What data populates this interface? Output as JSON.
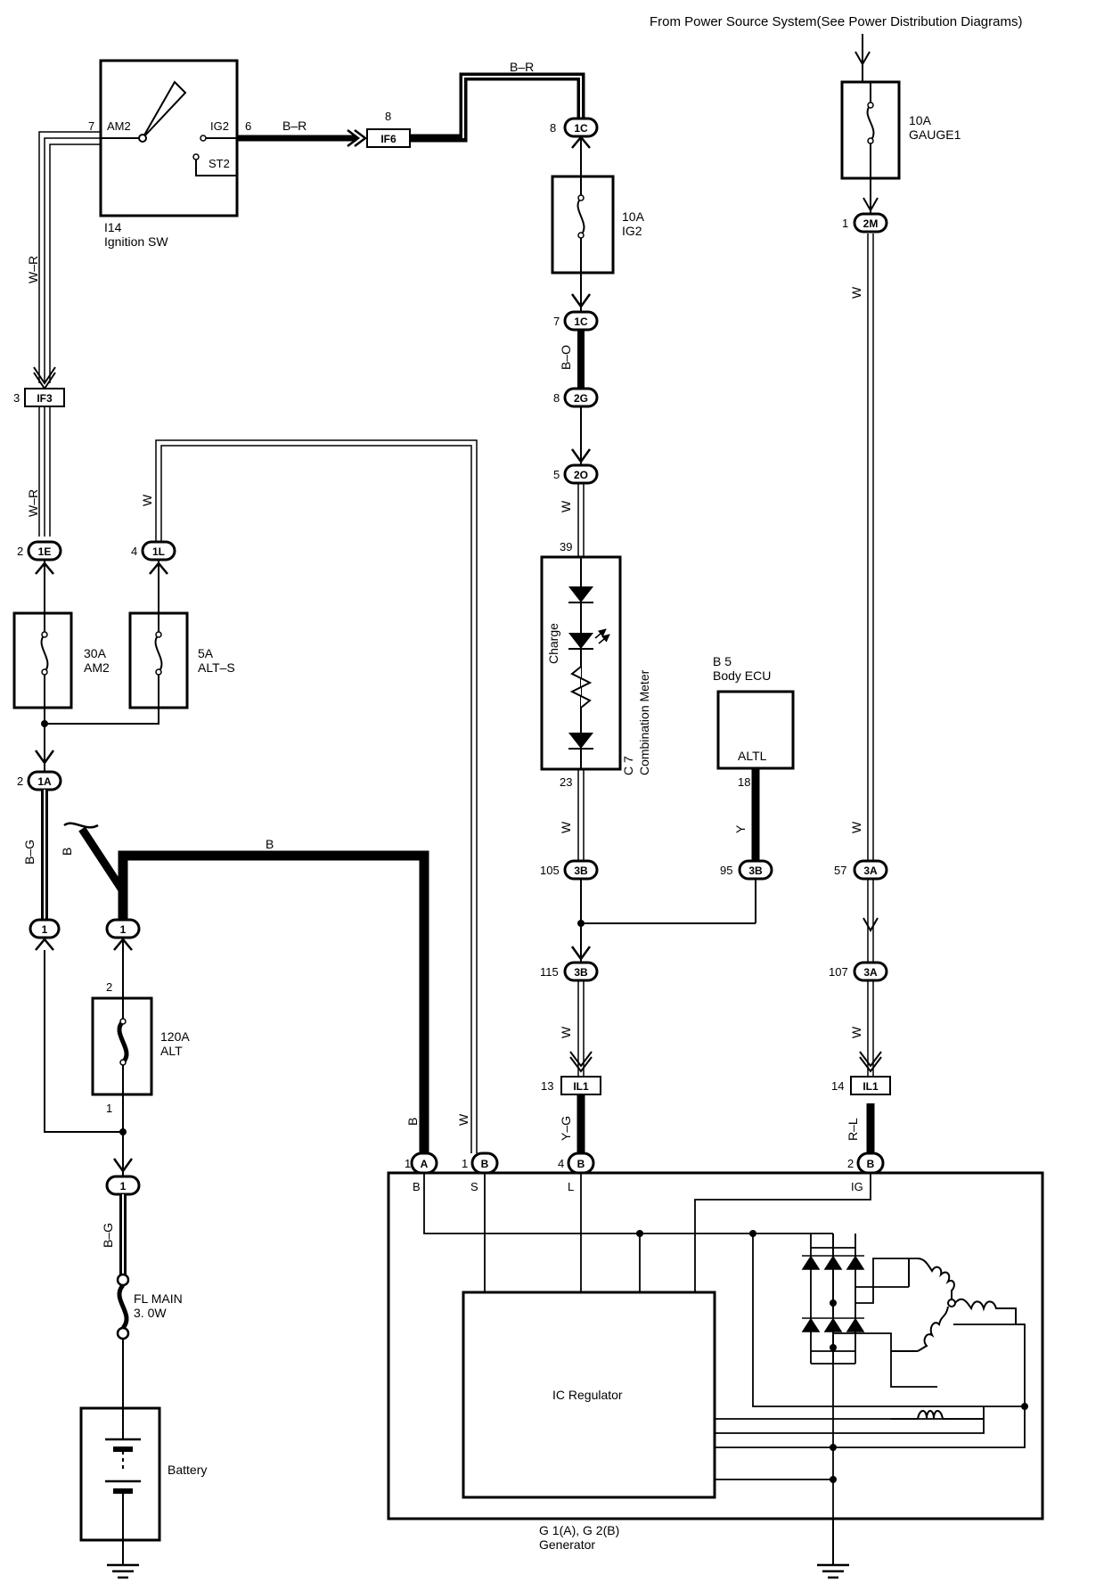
{
  "header": {
    "power_source_note": "From Power Source System(See Power Distribution Diagrams)"
  },
  "ignition_switch": {
    "ref": "I14",
    "name": "Ignition SW",
    "pins": {
      "am2": "AM2",
      "ig2": "IG2",
      "st2": "ST2"
    },
    "pin_am2_no": "7",
    "pin_ig2_no": "6"
  },
  "fuses": {
    "gauge1": {
      "rating": "10A",
      "name": "GAUGE1"
    },
    "ig2": {
      "rating": "10A",
      "name": "IG2"
    },
    "am2": {
      "rating": "30A",
      "name": "AM2"
    },
    "alt_s": {
      "rating": "5A",
      "name": "ALT–S"
    },
    "alt": {
      "rating": "120A",
      "name": "ALT"
    },
    "fl_main": {
      "name": "FL MAIN",
      "rating": "3. 0W"
    }
  },
  "combination_meter": {
    "ref": "C 7",
    "name": "Combination Meter",
    "lamp_label": "Charge",
    "pin_in": "39",
    "pin_out": "23"
  },
  "body_ecu": {
    "ref": "B 5",
    "name": "Body ECU",
    "terminal": "ALTL",
    "pin": "18"
  },
  "battery": {
    "name": "Battery"
  },
  "generator": {
    "ref": "G 1(A), G 2(B)",
    "name": "Generator",
    "regulator": "IC Regulator",
    "terminals": [
      "B",
      "S",
      "L",
      "IG"
    ]
  },
  "wire_colors": {
    "b_r": "B–R",
    "w_r": "W–R",
    "w": "W",
    "b_o": "B–O",
    "b_g": "B–G",
    "b": "B",
    "y": "Y",
    "y_g": "Y–G",
    "r_l": "R–L"
  },
  "connectors": {
    "if6": {
      "id": "IF6",
      "pin": "8"
    },
    "if3": {
      "id": "IF3",
      "pin": "3"
    },
    "c1c_top": {
      "id": "1C",
      "pin": "8"
    },
    "c1c_bot": {
      "id": "1C",
      "pin": "7"
    },
    "c2g": {
      "id": "2G",
      "pin": "8"
    },
    "c2o": {
      "id": "2O",
      "pin": "5"
    },
    "c2m": {
      "id": "2M",
      "pin": "1"
    },
    "c1e": {
      "id": "1E",
      "pin": "2"
    },
    "c1l": {
      "id": "1L",
      "pin": "4"
    },
    "c1a": {
      "id": "1A",
      "pin": "2"
    },
    "c3b_105": {
      "id": "3B",
      "pin": "105"
    },
    "c3b_95": {
      "id": "3B",
      "pin": "95"
    },
    "c3a_57": {
      "id": "3A",
      "pin": "57"
    },
    "c3b_115": {
      "id": "3B",
      "pin": "115"
    },
    "c3a_107": {
      "id": "3A",
      "pin": "107"
    },
    "il1_13": {
      "id": "IL1",
      "pin": "13"
    },
    "il1_14": {
      "id": "IL1",
      "pin": "14"
    },
    "j1_left": {
      "id": "1"
    },
    "j1_right": {
      "id": "1"
    },
    "j1_lower": {
      "id": "1"
    },
    "gen_a1": {
      "id": "A",
      "pin": "1"
    },
    "gen_b1": {
      "id": "B",
      "pin": "1"
    },
    "gen_b4": {
      "id": "B",
      "pin": "4"
    },
    "gen_b2": {
      "id": "B",
      "pin": "2"
    },
    "alt_fuse_pin_top": "2",
    "alt_fuse_pin_bot": "1"
  }
}
